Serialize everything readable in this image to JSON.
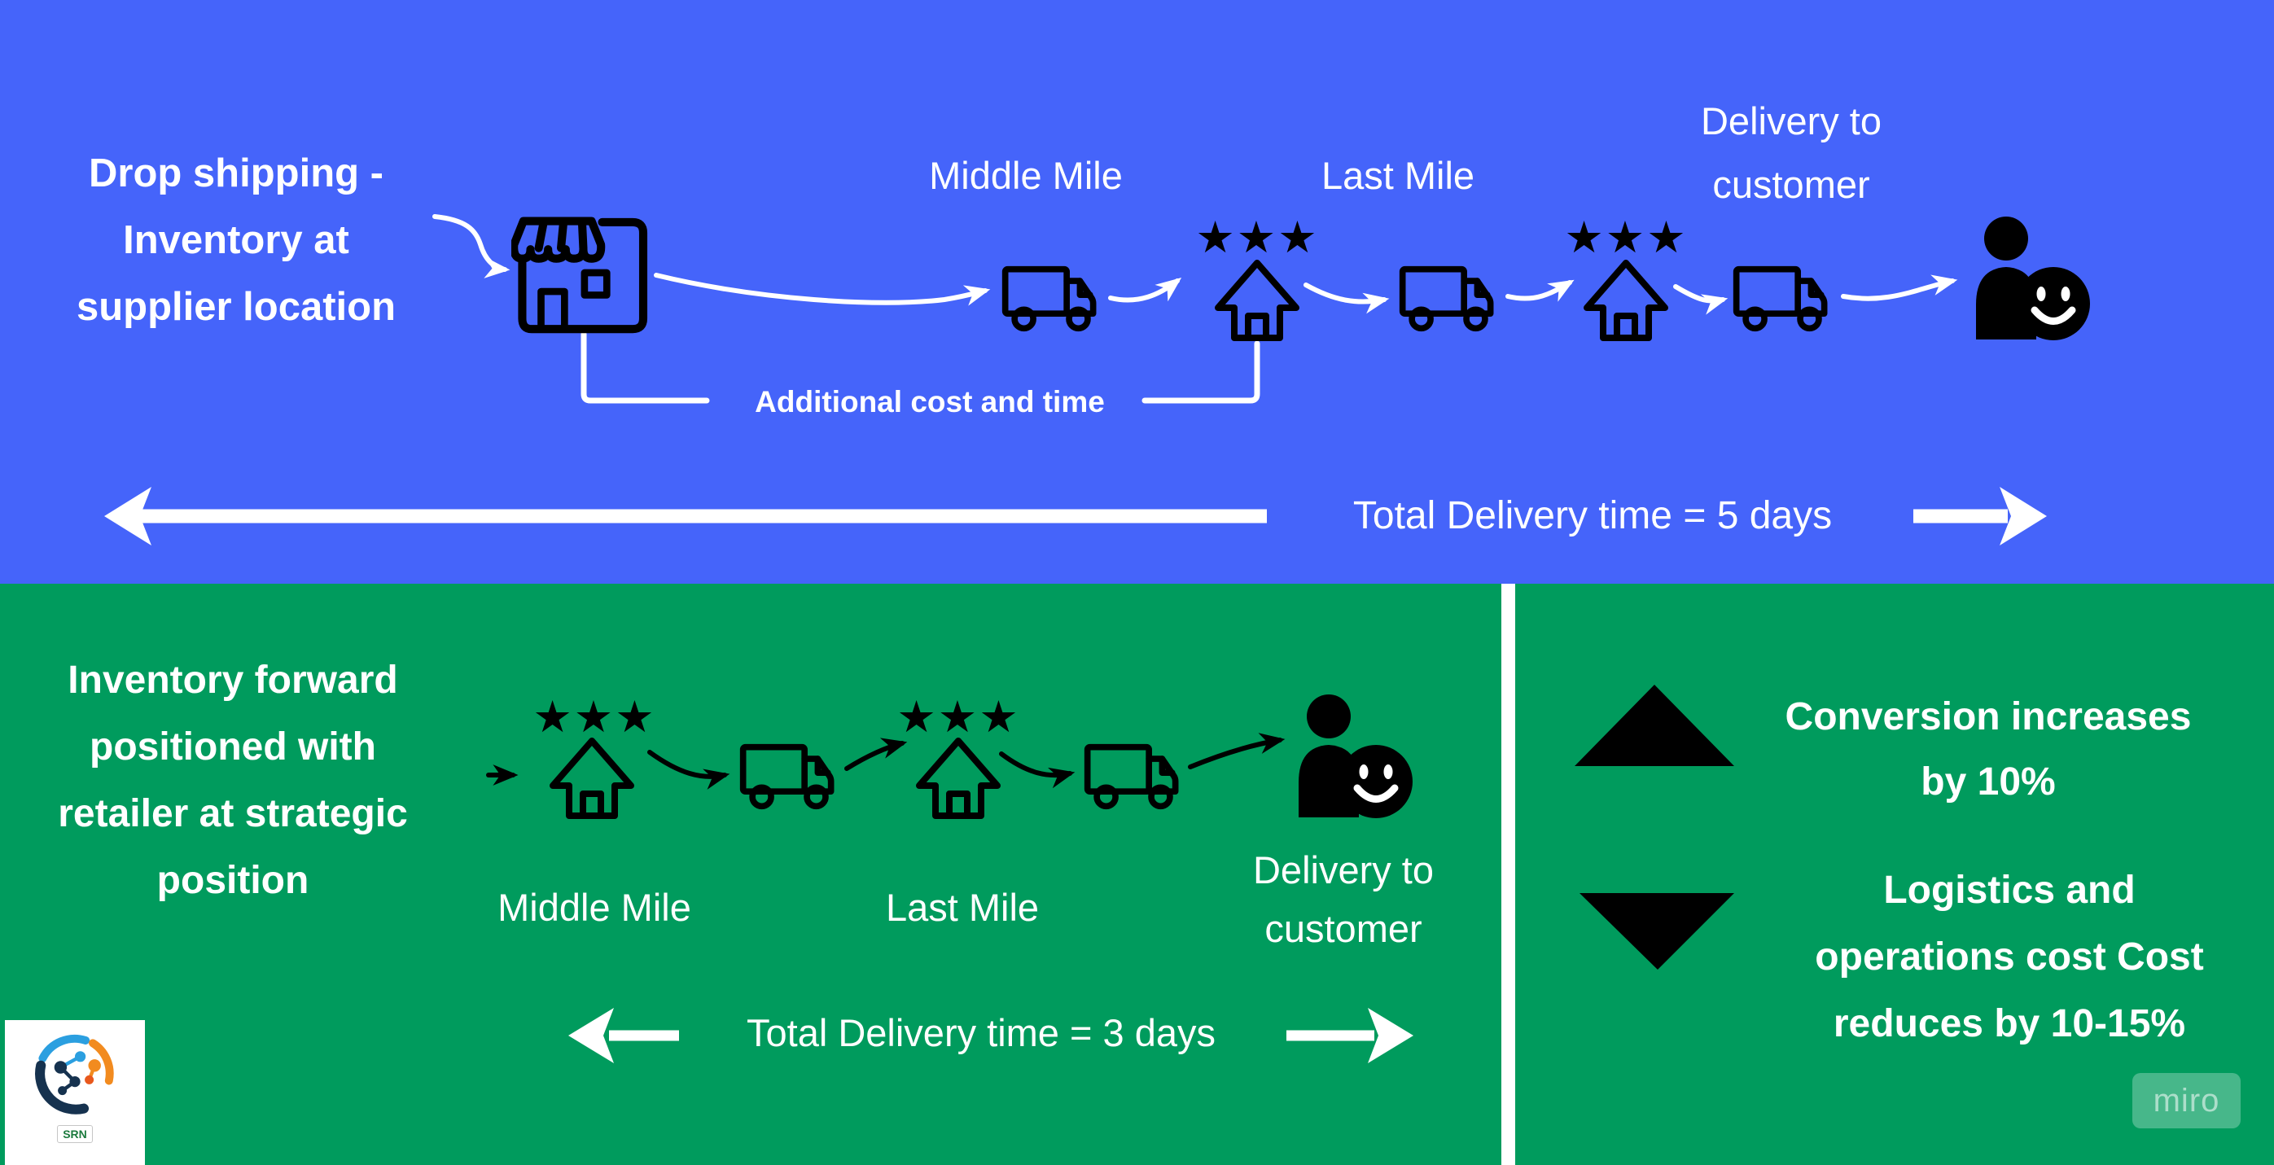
{
  "colors": {
    "top_background": "#4564fa",
    "bottom_background": "#009b5d",
    "text": "#ffffff",
    "icons": "#000000"
  },
  "top": {
    "title_lines": [
      "Drop shipping -",
      "Inventory at",
      "supplier location"
    ],
    "middle_mile_label": "Middle Mile",
    "last_mile_label": "Last Mile",
    "delivery_label_lines": [
      "Delivery to",
      "customer"
    ],
    "additional_note": "Additional cost and time",
    "total_delivery_label": "Total Delivery time = 5 days"
  },
  "bottom": {
    "title_lines": [
      "Inventory forward",
      "positioned with",
      "retailer at strategic",
      "position"
    ],
    "middle_mile_label": "Middle Mile",
    "last_mile_label": "Last Mile",
    "delivery_label_lines": [
      "Delivery to",
      "customer"
    ],
    "total_delivery_label": "Total Delivery time = 3 days",
    "stat_up_lines": [
      "Conversion increases",
      "by 10%"
    ],
    "stat_down_lines": [
      "Logistics and",
      "operations cost Cost",
      "reduces by 10-15%"
    ],
    "watermark": "miro",
    "logo_caption": "SRN"
  },
  "icons": {
    "stars": "★★★"
  }
}
